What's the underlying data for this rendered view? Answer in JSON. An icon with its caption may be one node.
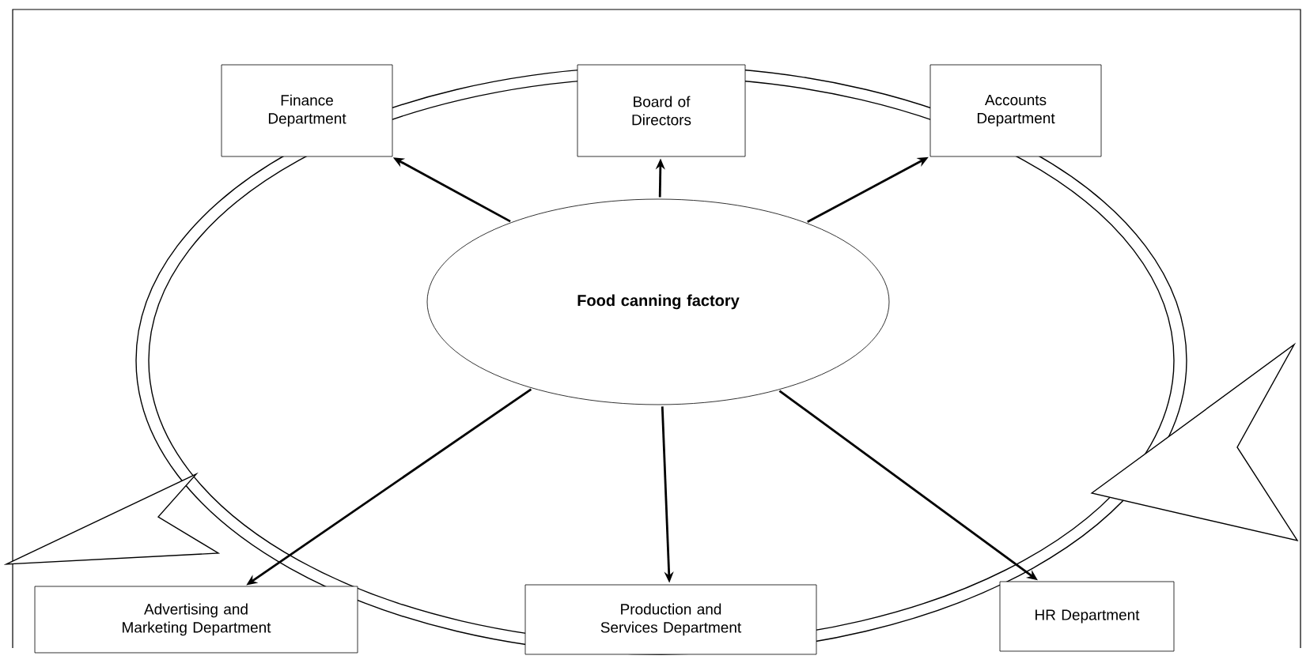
{
  "diagram": {
    "nodes": [
      {
        "text": [
          "Food canning factory"
        ]
      },
      {
        "text": [
          "Finance Department"
        ]
      },
      {
        "text": [
          "Board of Directors"
        ]
      },
      {
        "text": [
          "Accounts Department"
        ]
      },
      {
        "text": [
          "Advertising and Marketing Department"
        ]
      },
      {
        "text": [
          "Production and Services Department"
        ]
      },
      {
        "text": [
          "HR Department"
        ]
      }
    ],
    "edges": [
      {
        "from": 0,
        "to": 1,
        "arrow": "to"
      },
      {
        "from": 0,
        "to": 2,
        "arrow": "to"
      },
      {
        "from": 0,
        "to": 3,
        "arrow": "to"
      },
      {
        "from": 0,
        "to": 4,
        "arrow": "to"
      },
      {
        "from": 0,
        "to": 5,
        "arrow": "to"
      },
      {
        "from": 0,
        "to": 6,
        "arrow": "to"
      }
    ]
  }
}
